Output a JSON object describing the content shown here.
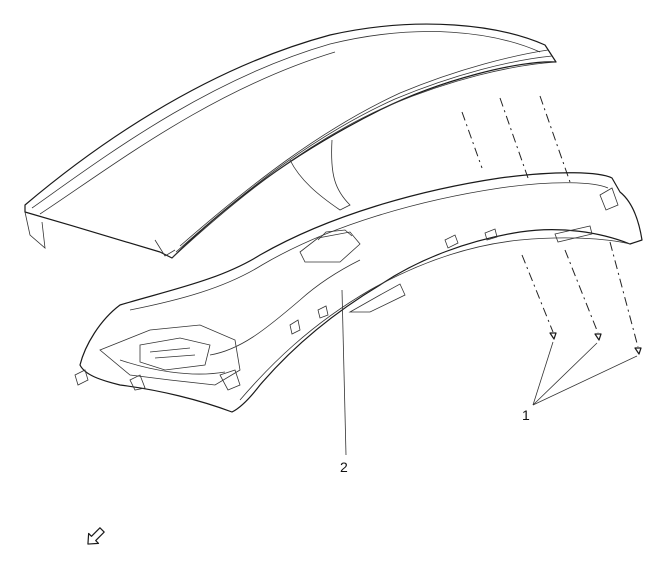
{
  "diagram": {
    "callouts": [
      {
        "id": "1",
        "label": "1"
      },
      {
        "id": "2",
        "label": "2"
      }
    ],
    "icons": [
      "front-direction-arrow-icon"
    ]
  }
}
